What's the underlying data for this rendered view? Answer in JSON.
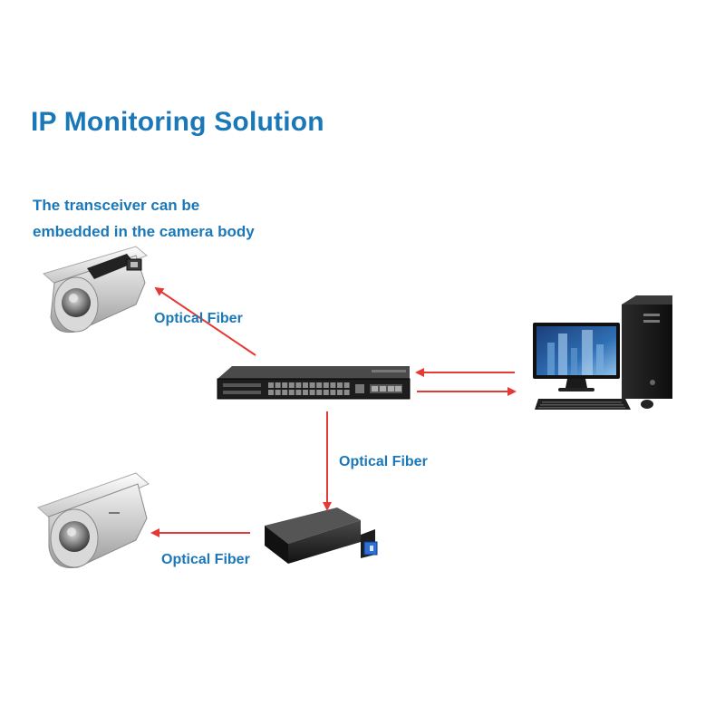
{
  "title": "IP Monitoring Solution",
  "note": {
    "line1": "The transceiver can be",
    "line2": "embedded in the camera body"
  },
  "links": {
    "top_label": "Optical Fiber",
    "middle_label": "Optical Fiber",
    "bottom_label": "Optical Fiber"
  },
  "colors": {
    "title": "#1b78b8",
    "arrow": "#e53935"
  },
  "nodes": [
    "camera-top",
    "network-switch",
    "desktop-computer",
    "camera-bottom",
    "fiber-transceiver"
  ]
}
